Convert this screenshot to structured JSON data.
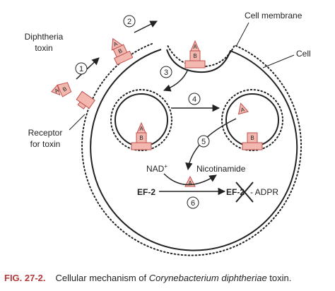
{
  "labels": {
    "diphtheria_toxin_line1": "Diphtheria",
    "diphtheria_toxin_line2": "toxin",
    "receptor_line1": "Receptor",
    "receptor_line2": "for toxin",
    "cell_membrane": "Cell membrane",
    "cell": "Cell",
    "nad": "NAD",
    "nad_sup": "+",
    "nicotinamide": "Nicotinamide",
    "ef2": "EF-2",
    "ef2_adpr_prefix": "EF-2",
    "ef2_adpr_suffix": "- ADPR"
  },
  "toxin_subunits": {
    "a": "A",
    "b": "B"
  },
  "steps": [
    "1",
    "2",
    "3",
    "4",
    "5",
    "6"
  ],
  "caption": {
    "fig": "FIG. 27-2.",
    "text_before": "Cellular mechanism of ",
    "species": "Corynebacterium diphtheriae",
    "text_after": " toxin."
  },
  "colors": {
    "pink": "#f2b8b0",
    "pink_stroke": "#c0504d",
    "ink": "#222222",
    "caption_red": "#b23a3a"
  }
}
